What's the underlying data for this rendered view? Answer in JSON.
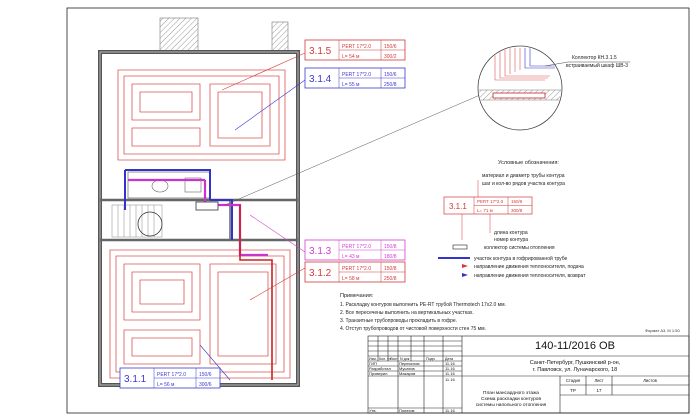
{
  "tags": [
    {
      "id": "3.1.5",
      "pipe": "PERT 17*2.0",
      "spacing": "150/6",
      "length": "L= 54 м",
      "flow": "300/2",
      "color": "#d33a3a"
    },
    {
      "id": "3.1.4",
      "pipe": "PERT 17*2.0",
      "spacing": "150/6",
      "length": "L= 55 м",
      "flow": "250/8",
      "color": "#3a3ad0"
    },
    {
      "id": "3.1.3",
      "pipe": "PERT 17*2.0",
      "spacing": "150/8",
      "length": "L= 43 м",
      "flow": "180/8",
      "color": "#d040d0"
    },
    {
      "id": "3.1.2",
      "pipe": "PERT 17*2.0",
      "spacing": "150/8",
      "length": "L= 58 м",
      "flow": "250/8",
      "color": "#d33a3a"
    },
    {
      "id": "3.1.1",
      "pipe": "PERT 17*2.0",
      "spacing": "150/6",
      "length": "L= 56 м",
      "flow": "300/6",
      "color": "#3a3ad0"
    }
  ],
  "collector_note": {
    "line1": "Коллектор КН.3.1.5",
    "line2": "встраиваемый шкаф ШВ-3"
  },
  "legend": {
    "title": "Условные обозначения:",
    "material_line1": "материал и диаметр трубы контура",
    "material_line2": "шаг и кол-во рядов участка контура",
    "sample": {
      "id": "3.1.1",
      "pipe": "PERT 17*2.0",
      "spacing": "150/6",
      "length": "L= 71 м",
      "flow": "300/8"
    },
    "length_label": "длина контура",
    "number_label": "номер контура",
    "collector_label": "коллектор системы отопления",
    "corrugated_label": "участок контура в гофрированной трубе",
    "supply_label": "направление движения теплоносителя, подача",
    "return_label": "направление движения теплоносителя, возврат"
  },
  "notes": {
    "title": "Примечания:",
    "items": [
      "1. Раскладку контуров выполнить PE-RT трубой Thermotech 17x2.0 мм.",
      "2. Все пересечены выполнить на вертикальных участках.",
      "3. Транзитные трубопроводы прокладить в гофре.",
      "4. Отступ трубопроводов от чистовой поверхности стен 75 мм."
    ]
  },
  "format": "Формат А3, М 1:50",
  "title_block": {
    "code": "140-11/2016 ОВ",
    "address_line1": "Санкт-Петербург, Пушкинский р-он,",
    "address_line2": "г. Павловск, ул. Луначарского, 18",
    "headers": [
      "Изм.",
      "Кол. уч",
      "Лист",
      "N док",
      "Подп.",
      "Дата"
    ],
    "rows": [
      {
        "role": "ГИП",
        "name": "Переяслов",
        "date": "11.16"
      },
      {
        "role": "Разработал",
        "name": "Мусатов",
        "date": "11.16"
      },
      {
        "role": "Проверил",
        "name": "Макаров",
        "date": "11.16"
      },
      {
        "role": "",
        "name": "",
        "date": "11.16"
      },
      {
        "role": "Утв.",
        "name": "Попатов",
        "date": "11.16"
      }
    ],
    "sheet_title_1": "План мансардного этажа",
    "sheet_title_2": "Схема раскладки контуров",
    "sheet_title_3": "системы напольного отопления",
    "stage_label": "Стадия",
    "sheet_label": "Лист",
    "sheets_label": "Листов",
    "stage": "ТР",
    "sheet": "17",
    "sheets": ""
  }
}
